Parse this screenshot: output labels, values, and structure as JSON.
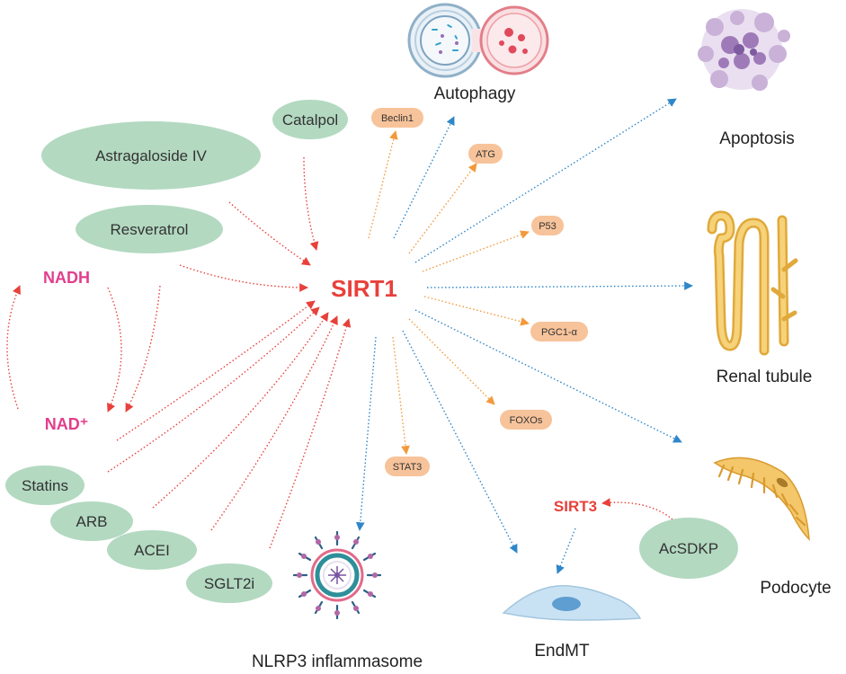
{
  "center": {
    "label": "SIRT1"
  },
  "nad_cycle": {
    "nadh": "NADH",
    "nad": "NAD⁺"
  },
  "activators": [
    {
      "label": "Catalpol"
    },
    {
      "label": "Astragaloside IV"
    },
    {
      "label": "Resveratrol"
    },
    {
      "label": "Statins"
    },
    {
      "label": "ARB"
    },
    {
      "label": "ACEI"
    },
    {
      "label": "SGLT2i"
    },
    {
      "label": "AcSDKP"
    }
  ],
  "mediators": [
    {
      "label": "Beclin1"
    },
    {
      "label": "ATG"
    },
    {
      "label": "P53"
    },
    {
      "label": "PGC1-α"
    },
    {
      "label": "FOXOs"
    },
    {
      "label": "STAT3"
    }
  ],
  "outcomes": [
    {
      "label": "Autophagy"
    },
    {
      "label": "Apoptosis"
    },
    {
      "label": "Renal tubule"
    },
    {
      "label": "Podocyte"
    },
    {
      "label": "EndMT"
    },
    {
      "label": "NLRP3 inflammasome"
    }
  ],
  "sirt3": {
    "label": "SIRT3"
  },
  "colors": {
    "red": "#e8403a",
    "magenta": "#e23e8c",
    "orange": "#f29a3b",
    "blue": "#2f86c8",
    "pill_green": "#b3d9c1",
    "pill_orange": "#f7c39a"
  },
  "icons": [
    "cell-fusion-icon",
    "apoptotic-cell-icon",
    "renal-tubule-icon",
    "podocyte-icon",
    "endothelial-cell-icon",
    "inflammasome-icon"
  ]
}
